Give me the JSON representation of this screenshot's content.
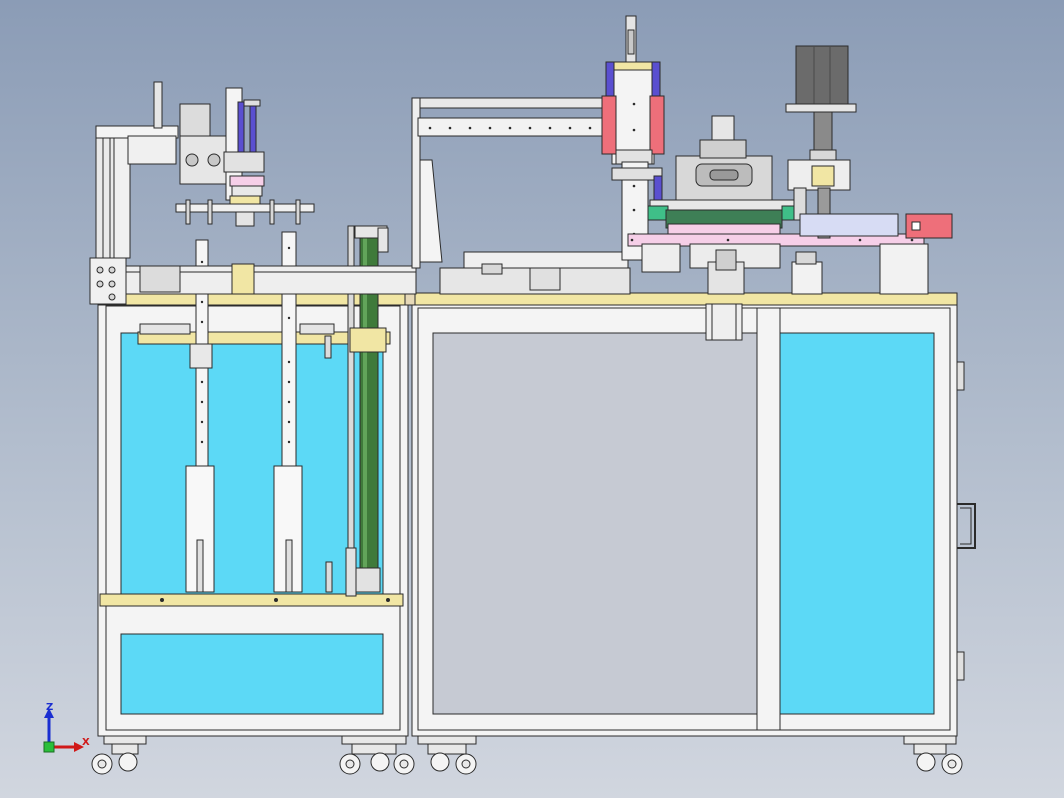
{
  "scene": {
    "type": "CAD side elevation",
    "colors": {
      "background_top": "#8b9cb6",
      "background_bottom": "#d1d6df",
      "panel_cyan": "#5cd9f6",
      "frame_white": "#f2f2f2",
      "plate_yellow": "#f1e6a4",
      "column_green": "#3f7a3a",
      "block_red": "#ee6f7a",
      "block_pink": "#f6cfe8",
      "motor_gray": "#6b6b6b",
      "line": "#2b2b2b"
    }
  },
  "axis_triad": {
    "z_label": "Z",
    "x_label": "X",
    "z_color": "#1a2ed1",
    "x_color": "#d01818"
  }
}
